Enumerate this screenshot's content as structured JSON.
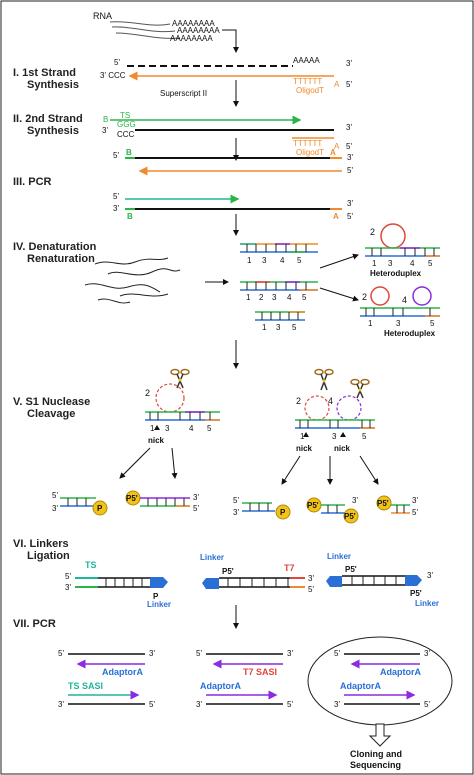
{
  "colors": {
    "orange": "#f08a2a",
    "green": "#2db34a",
    "teal": "#1fb59a",
    "purple": "#8b2be2",
    "blue": "#2a6fd6",
    "red": "#e0473c",
    "sasi_red": "#e0473c",
    "gold": "#f3c21a"
  },
  "top": {
    "rna_label": "RNA",
    "polyA_1": "AAAAAAAA",
    "polyA_2": "AAAAAAAA",
    "polyA_3": "AAAAAAAA"
  },
  "steps": [
    {
      "line1": "I. 1st Strand",
      "line2": "Synthesis"
    },
    {
      "line1": "II. 2nd Strand",
      "line2": "Synthesis"
    },
    {
      "line1": "III. PCR",
      "line2": ""
    },
    {
      "line1": "IV. Denaturation",
      "line2": "Renaturation"
    },
    {
      "line1": "V. S1 Nuclease",
      "line2": "Cleavage"
    },
    {
      "line1": "VI. Linkers",
      "line2": "Ligation"
    },
    {
      "line1": "VII. PCR",
      "line2": ""
    }
  ],
  "step1": {
    "five_prime": "5'",
    "three_prime_top": "3'",
    "three_prime_ccc": "3' CCC",
    "aaaaa": "AAAAA",
    "oligo_ticks": "TTTTTT",
    "oligodt": "OligodT",
    "a_label": "A",
    "five_prime_right": "5'",
    "superscript": "Superscript II"
  },
  "step2": {
    "b_label": "B",
    "ts_label": "TS",
    "ggg": "GGG",
    "ccc": "CCC",
    "three_prime_left": "3'",
    "three_prime_right": "3'",
    "ticks": "TTTTTT",
    "oligodt": "OligodT",
    "a_label": "A",
    "five_prime_right": "5'"
  },
  "step3": {
    "five_prime_left": "5'",
    "b_label": "B",
    "a_label": "A",
    "three_prime_right": "3'",
    "five_prime_right": "5'",
    "five_prime_left2": "5'",
    "three_prime_left2": "3'",
    "b_label2": "B",
    "three_prime_right2": "3'",
    "a_label2": "A",
    "five_prime_right2": "5'"
  },
  "step4": {
    "row1_nums": [
      "1",
      "3",
      "4",
      "5"
    ],
    "row2_nums": [
      "1",
      "2",
      "3",
      "4",
      "5"
    ],
    "row3_nums": [
      "1",
      "3",
      "5"
    ],
    "loop_label_1": "2",
    "hetero_1_nums": [
      "1",
      "3",
      "4",
      "5"
    ],
    "heteroduplex_1": "Heteroduplex",
    "loop_label_2a": "2",
    "loop_label_2b": "4",
    "hetero_2_nums": [
      "1",
      "3",
      "5"
    ],
    "heteroduplex_2": "Heteroduplex"
  },
  "step5": {
    "left_loop": "2",
    "left_nums": [
      "1",
      "3",
      "4",
      "5"
    ],
    "nick": "nick",
    "right_loop_a": "2",
    "right_loop_b": "4",
    "right_nums": [
      "1",
      "3",
      "5"
    ],
    "nick_a": "nick",
    "nick_b": "nick"
  },
  "fragments": {
    "p_label": "P",
    "p5_label": "P5'",
    "three": "3'",
    "five": "5'"
  },
  "step6": {
    "ts": "TS",
    "linker_1": "Linker",
    "p_1": "P",
    "linker_2": "Linker",
    "p5_2": "P5'",
    "t7": "T7",
    "three_2": "3'",
    "five_2": "5'",
    "linker_3": "Linker",
    "p5_3a": "P5'",
    "p5_3b": "P5'",
    "linker_3b": "Linker",
    "three_3": "3'",
    "three_1": "3'",
    "five_1": "5'"
  },
  "step7": {
    "col1_top_left": "5'",
    "col1_top_right": "3'",
    "col1_adaptor": "AdaptorA",
    "col1_sasi": "TS SASI",
    "col1_bot_right": "5'",
    "col1_bot_left": "3'",
    "col2_top_left": "5'",
    "col2_top_right": "3'",
    "col2_sasi": "T7 SASI",
    "col2_adaptor": "AdaptorA",
    "col2_bot_right": "5'",
    "col2_bot_left": "3'",
    "col3_top_left": "5'",
    "col3_top_right": "3'",
    "col3_adaptor": "AdaptorA",
    "col3_adaptor2": "AdaptorA",
    "col3_bot_right": "5'",
    "col3_bot_left": "3'"
  },
  "final": {
    "line1": "Cloning and",
    "line2": "Sequencing"
  }
}
